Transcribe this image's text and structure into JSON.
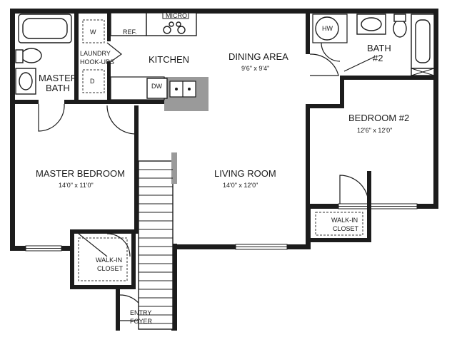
{
  "rooms": {
    "kitchen": {
      "name": "KITCHEN"
    },
    "dining": {
      "name": "DINING AREA",
      "dims": "9'6\" x 9'4\""
    },
    "living": {
      "name": "LIVING ROOM",
      "dims": "14'0\" x 12'0\""
    },
    "master_bedroom": {
      "name": "MASTER BEDROOM",
      "dims": "14'0\" x 11'0\""
    },
    "bedroom2": {
      "name": "BEDROOM #2",
      "dims": "12'6\" x 12'0\""
    },
    "master_bath": {
      "line1": "MASTER",
      "line2": "BATH"
    },
    "bath2": {
      "line1": "BATH",
      "line2": "#2"
    },
    "laundry": {
      "line1": "LAUNDRY",
      "line2": "HOOK-UPS"
    },
    "walkin_master": {
      "line1": "WALK-IN",
      "line2": "CLOSET"
    },
    "walkin_bed2": {
      "line1": "WALK-IN",
      "line2": "CLOSET"
    },
    "entry": {
      "line1": "ENTRY",
      "line2": "FOYER"
    }
  },
  "appliances": {
    "washer": "W",
    "dryer": "D",
    "fridge": "REF.",
    "micro": "MICRO",
    "dishwasher": "DW",
    "water_heater": "HW"
  }
}
